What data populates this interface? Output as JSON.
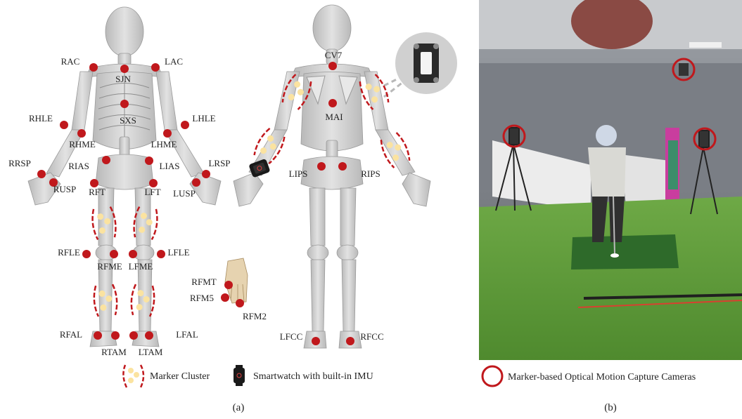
{
  "colors": {
    "marker": "#c0181c",
    "cluster_dot": "#fbe3a0",
    "bone": "#d3d3d3",
    "bone_dark": "#a8a8a8",
    "turf": "#5e9a3a",
    "curtain": "#6a6e74"
  },
  "markers": {
    "front": [
      "RAC",
      "LAC",
      "SJN",
      "RHLE",
      "SXS",
      "LHLE",
      "RHME",
      "LHME",
      "RRSP",
      "RIAS",
      "LIAS",
      "LRSP",
      "RUSP",
      "RFT",
      "LFT",
      "LUSP",
      "RFLE",
      "RFME",
      "LFME",
      "LFLE",
      "RFAL",
      "RTAM",
      "LTAM",
      "LFAL"
    ],
    "back": [
      "CV7",
      "MAI",
      "LIPS",
      "RIPS",
      "LFCC",
      "RFCC"
    ],
    "foot": [
      "RFMT",
      "RFM5",
      "RFM2"
    ]
  },
  "legend": {
    "cluster": "Marker Cluster",
    "watch": "Smartwatch with built-in IMU",
    "camera": "Marker-based Optical Motion Capture Cameras",
    "cluster_icon": "marker-cluster-icon",
    "watch_icon": "smartwatch-icon",
    "camera_icon": "camera-ring-icon"
  },
  "captions": {
    "a": "(a)",
    "b": "(b)"
  }
}
